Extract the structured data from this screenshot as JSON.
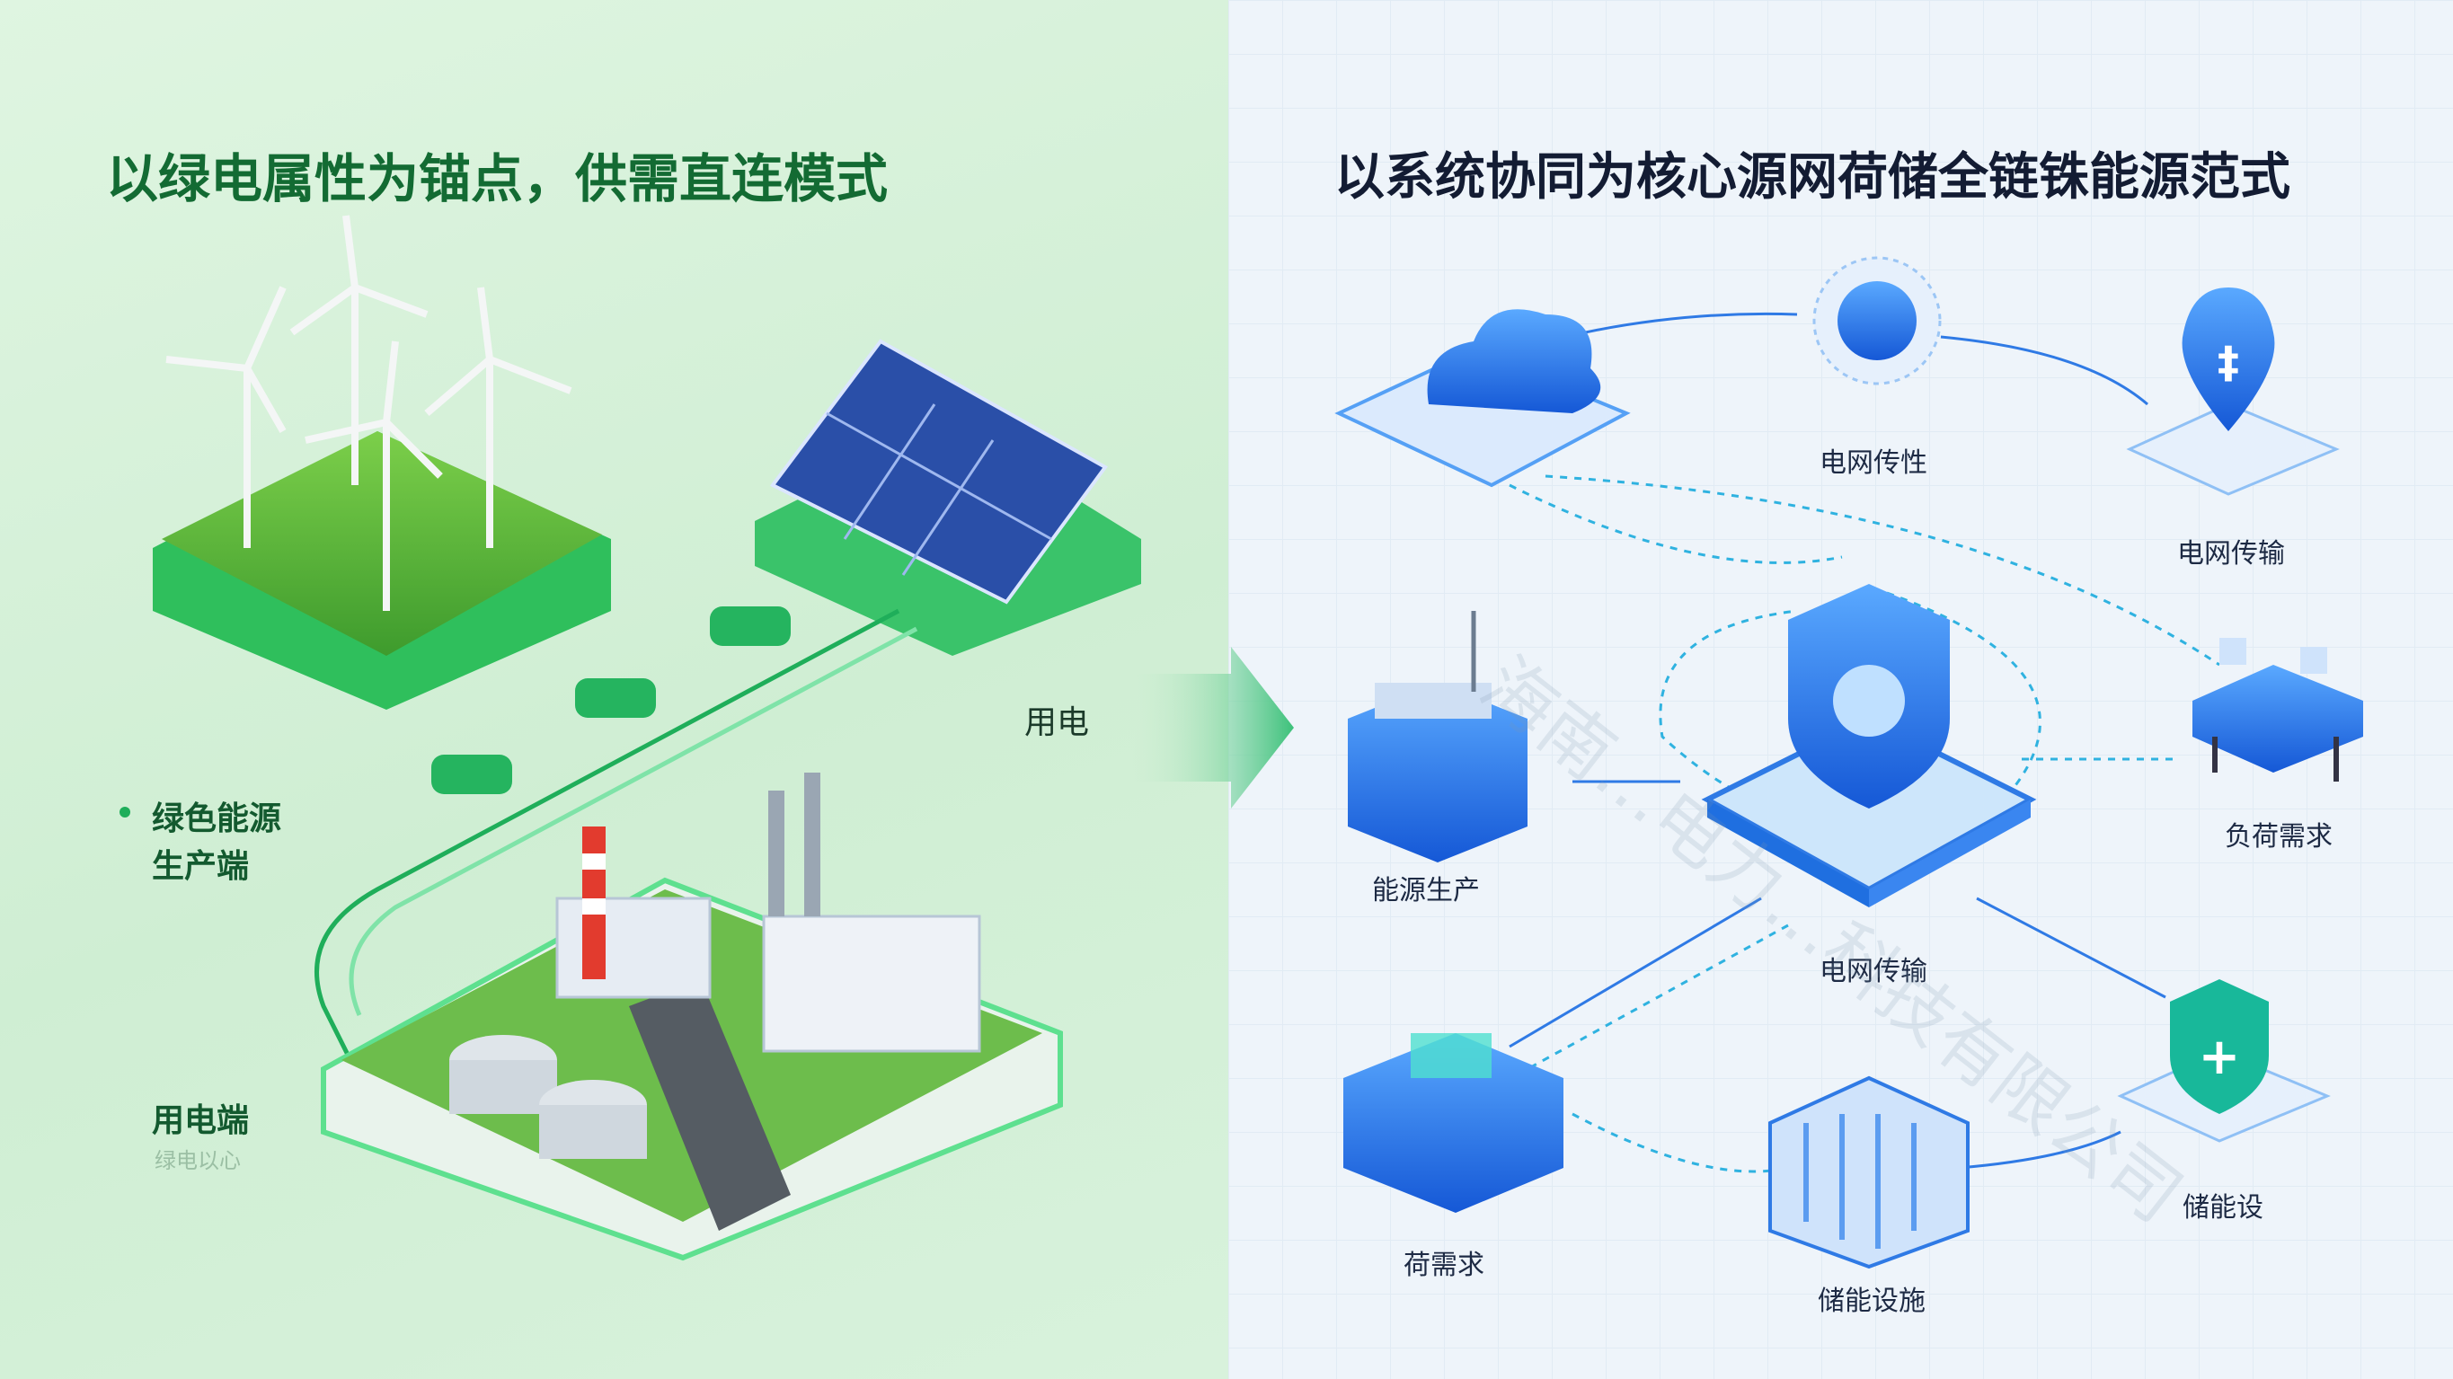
{
  "left_panel": {
    "title": "以绿电属性为锚点，供需直连模式",
    "labels": {
      "usage": "用电",
      "producer_line1": "绿色能源",
      "producer_line2": "生产端",
      "consumer": "用电端",
      "consumer_sub": "绿电以心"
    },
    "accent": "#1fae5a"
  },
  "right_panel": {
    "title": "以系统协同为核心源网荷储全链铢能源范式",
    "nodes": [
      {
        "label": "电网传性",
        "icon": "brain-icon"
      },
      {
        "label": "电网传输",
        "icon": "location-pin-icon"
      },
      {
        "label": "能源生产",
        "icon": "factory-icon"
      },
      {
        "label": "电网传输",
        "icon": "shield-gear-icon"
      },
      {
        "label": "负荷需求",
        "icon": "load-platform-icon"
      },
      {
        "label": "荷需求",
        "icon": "building-icon"
      },
      {
        "label": "储能设施",
        "icon": "energy-storage-icon"
      },
      {
        "label": "储能设",
        "icon": "shield-plus-icon"
      }
    ],
    "cloud_icon": "cloud-icon",
    "accent": "#1f6fe0"
  },
  "watermark": "海南…电力…科技有限公司"
}
